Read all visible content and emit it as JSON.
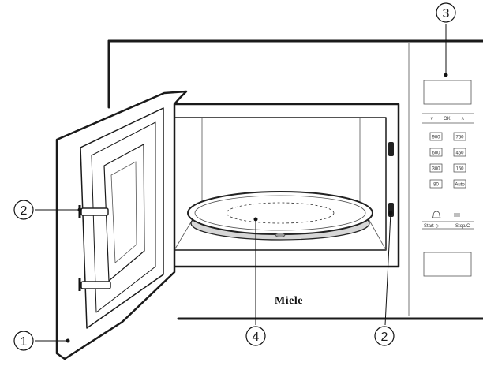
{
  "brand": "Miele",
  "callouts": {
    "c1": "1",
    "c2a": "2",
    "c2b": "2",
    "c3": "3",
    "c4": "4"
  },
  "panel": {
    "down_label": "∨",
    "ok_label": "OK",
    "up_label": "∧",
    "power_buttons": [
      "900",
      "750",
      "600",
      "450",
      "300",
      "150",
      "80",
      "Auto"
    ],
    "start_label": "Start ◇",
    "stop_label": "Stop/C"
  }
}
